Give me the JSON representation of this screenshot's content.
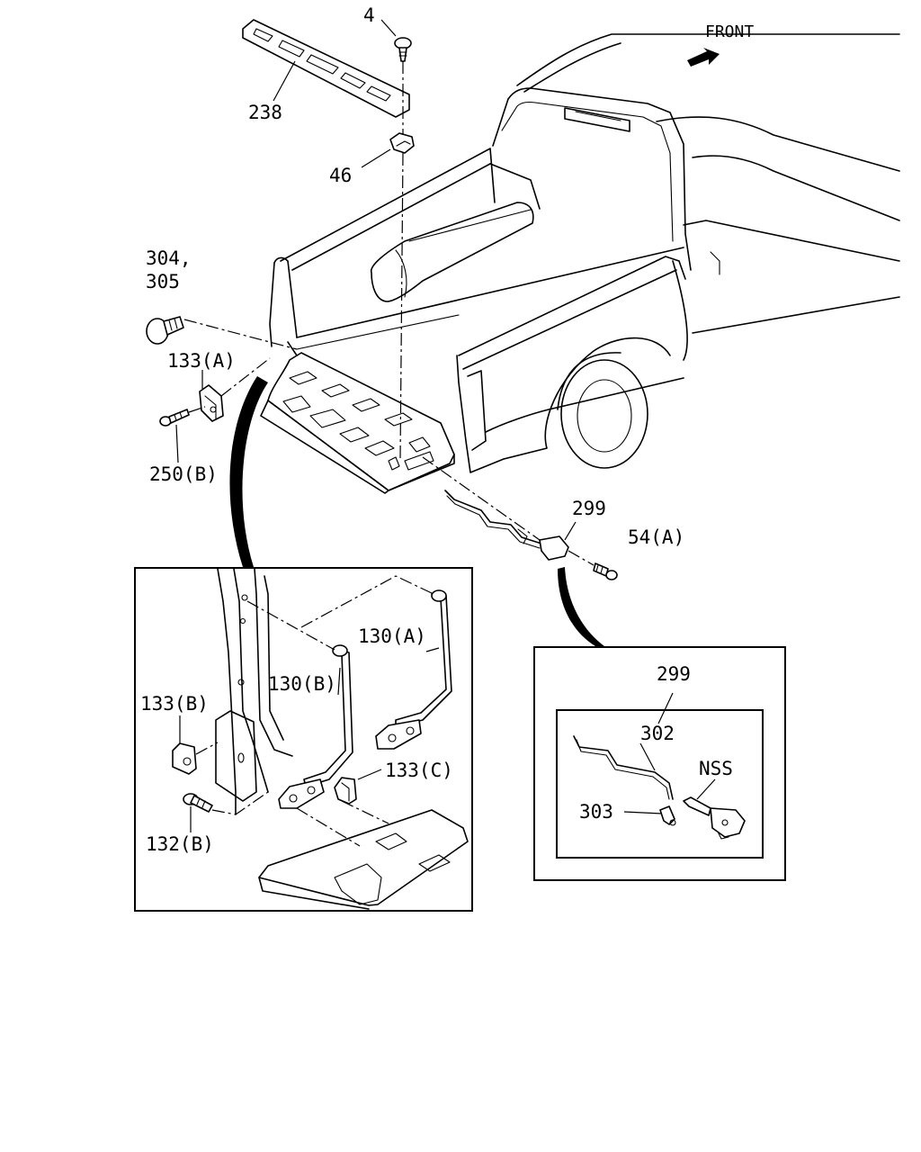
{
  "direction_label": "FRONT",
  "callouts": {
    "p4": "4",
    "p238": "238",
    "p46": "46",
    "p304": "304,",
    "p305": "305",
    "p133a": "133(A)",
    "p250b": "250(B)",
    "p299": "299",
    "p54a": "54(A)",
    "p130a": "130(A)",
    "p130b": "130(B)",
    "p133b": "133(B)",
    "p133c": "133(C)",
    "p132b": "132(B)",
    "p299_detail": "299",
    "p302": "302",
    "p303": "303",
    "nss": "NSS"
  }
}
